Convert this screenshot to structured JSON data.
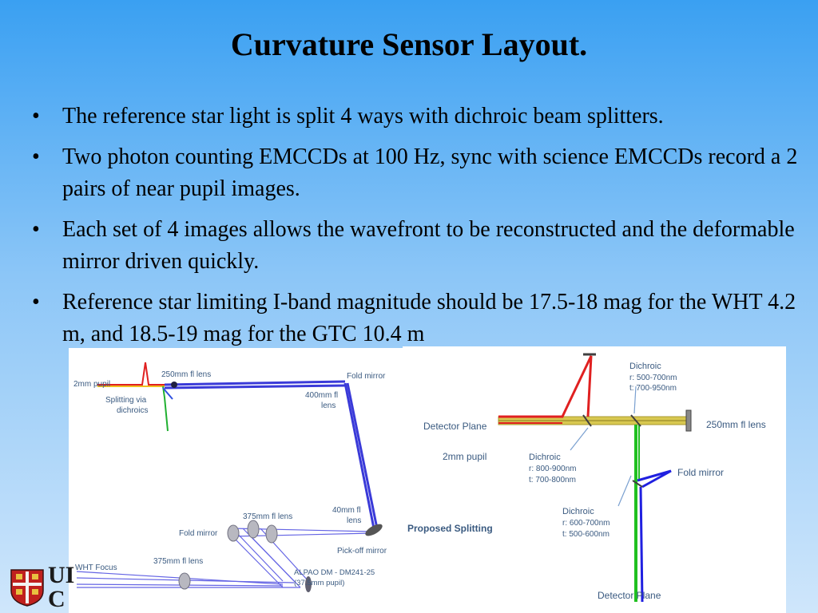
{
  "slide": {
    "title": "Curvature Sensor Layout.",
    "bullets": [
      "The reference star light is split 4 ways with dichroic beam splitters.",
      "Two photon counting EMCCDs at 100 Hz, sync with science EMCCDs record a 2 pairs of near pupil images.",
      "Each set of 4 images allows the wavefront to be reconstructed and the deformable mirror driven quickly.",
      "Reference star limiting I-band magnitude should be 17.5-18 mag for the WHT 4.2 m, and 18.5-19 mag for the GTC 10.4 m"
    ]
  },
  "left_diagram": {
    "labels": {
      "pupil": "2mm pupil",
      "lens250": "250mm fl lens",
      "fold_top": "Fold mirror",
      "split1": "Splitting via",
      "split2": "dichroics",
      "lens400_1": "400mm fl",
      "lens400_2": "lens",
      "lens40_1": "40mm fl",
      "lens40_2": "lens",
      "lens375_a": "375mm fl lens",
      "fold_mid": "Fold mirror",
      "pickoff": "Pick-off mirror",
      "wht": "WHT Focus",
      "lens375_b": "375mm fl lens",
      "dm1": "ALPAO DM - DM241-25",
      "dm2": "(37.5mm pupil)"
    }
  },
  "right_diagram": {
    "labels": {
      "dichroic_top": "Dichroic",
      "dichroic_top_r": "r: 500-700nm",
      "dichroic_top_t": "t: 700-950nm",
      "detector_plane_left": "Detector Plane",
      "lens250": "250mm fl lens",
      "pupil": "2mm pupil",
      "dichroic_mid": "Dichroic",
      "dichroic_mid_r": "r: 800-900nm",
      "dichroic_mid_t": "t: 700-800nm",
      "fold": "Fold mirror",
      "proposed": "Proposed Splitting",
      "dichroic_low": "Dichroic",
      "dichroic_low_r": "r: 600-700nm",
      "dichroic_low_t": "t: 500-600nm",
      "detector_plane_bottom": "Detector Plane"
    }
  },
  "logo": {
    "text_line1": "UI",
    "text_line2": "C"
  }
}
